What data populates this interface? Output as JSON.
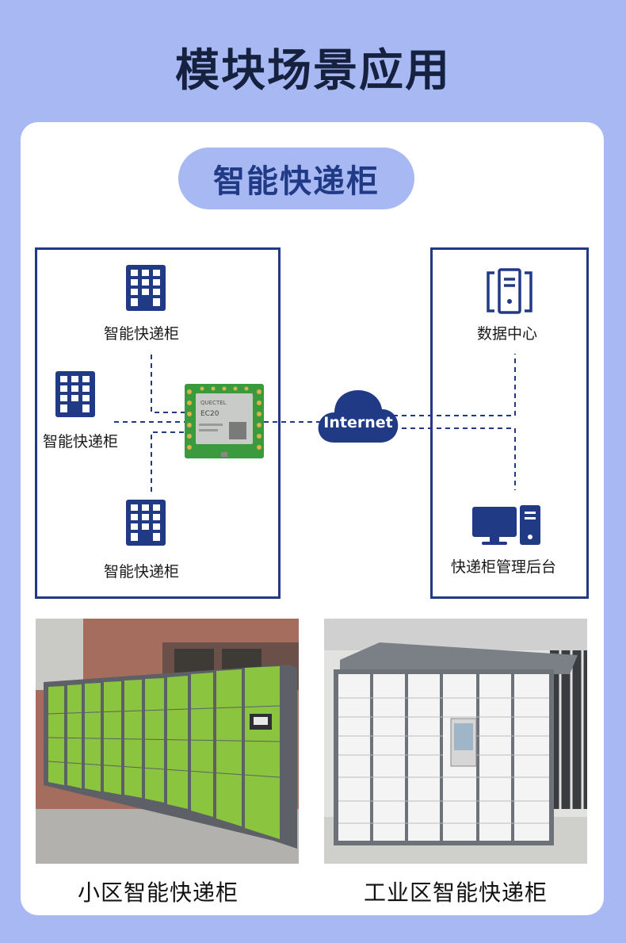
{
  "title": "模块场景应用",
  "scenario": "智能快递柜",
  "diagram": {
    "locker_top": "智能快递柜",
    "locker_left": "智能快递柜",
    "locker_bottom": "智能快递柜",
    "cloud": "Internet",
    "data_center": "数据中心",
    "backend": "快递柜管理后台",
    "module_label": "EC20"
  },
  "photos": {
    "left_caption": "小区智能快递柜",
    "right_caption": "工业区智能快递柜"
  },
  "colors": {
    "page_bg": "#a7b8f3",
    "navy": "#213a86",
    "pcb_green": "#3b9a3e",
    "locker_green": "#8bc53f"
  }
}
